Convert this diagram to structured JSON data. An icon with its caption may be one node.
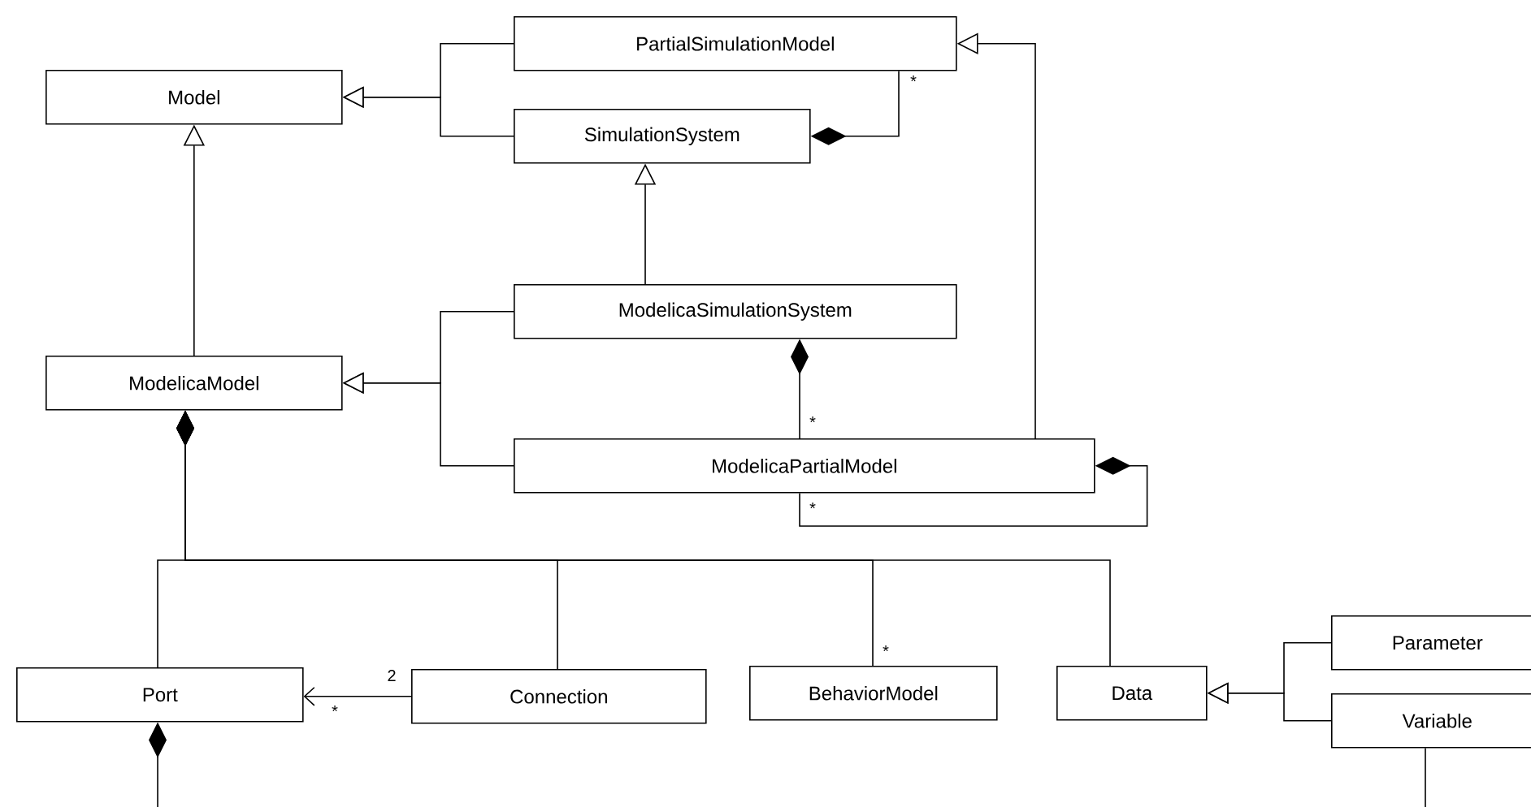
{
  "diagram": {
    "nodes": [
      {
        "text": [
          "Model"
        ]
      },
      {
        "text": [
          "PartialSimulationModel"
        ]
      },
      {
        "text": [
          "SimulationSystem"
        ]
      },
      {
        "text": [
          "ModelicaSimulationSystem"
        ]
      },
      {
        "text": [
          "ModelicaModel"
        ]
      },
      {
        "text": [
          "ModelicaPartialModel"
        ]
      },
      {
        "text": [
          "Port"
        ]
      },
      {
        "text": [
          "Connection"
        ]
      },
      {
        "text": [
          "BehaviorModel"
        ]
      },
      {
        "text": [
          "Data"
        ]
      },
      {
        "text": [
          "Parameter"
        ]
      },
      {
        "text": [
          "Variable"
        ]
      }
    ],
    "edges": [
      {
        "from": 1,
        "to": 0,
        "arrow": "to"
      },
      {
        "from": 2,
        "to": 0,
        "arrow": "to"
      },
      {
        "from": 2,
        "to": 1,
        "arrow": "other",
        "label": "*"
      },
      {
        "from": 3,
        "to": 2,
        "arrow": "to"
      },
      {
        "from": 4,
        "to": 0,
        "arrow": "to"
      },
      {
        "from": 3,
        "to": 4,
        "arrow": "to"
      },
      {
        "from": 5,
        "to": 4,
        "arrow": "to"
      },
      {
        "from": 3,
        "to": 5,
        "arrow": "other",
        "label": "*"
      },
      {
        "from": 5,
        "to": 1,
        "arrow": "to"
      },
      {
        "from": 5,
        "to": 5,
        "arrow": "other",
        "label": "*"
      },
      {
        "from": 4,
        "to": 6,
        "arrow": "other"
      },
      {
        "from": 4,
        "to": 7,
        "arrow": "other"
      },
      {
        "from": 4,
        "to": 8,
        "arrow": "other",
        "label": "*"
      },
      {
        "from": 4,
        "to": 9,
        "arrow": "other"
      },
      {
        "from": 7,
        "to": 6,
        "arrow": "to",
        "label": "2"
      },
      {
        "from": 10,
        "to": 9,
        "arrow": "to"
      },
      {
        "from": 11,
        "to": 9,
        "arrow": "to"
      },
      {
        "from": 6,
        "to": null,
        "arrow": "other"
      },
      {
        "from": 11,
        "to": null,
        "arrow": "none"
      }
    ],
    "labels": [
      "*"
    ]
  }
}
